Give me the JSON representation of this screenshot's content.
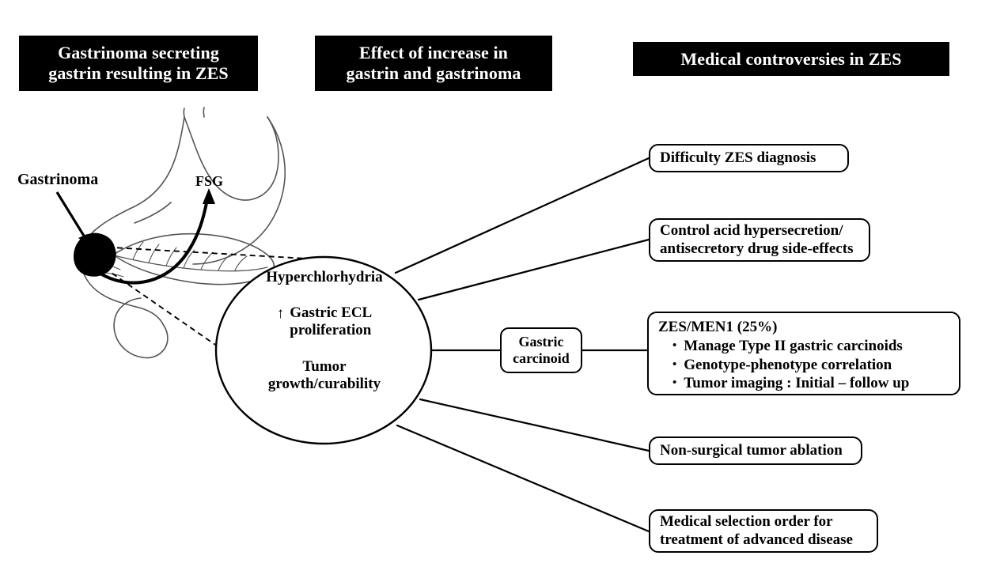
{
  "headers": [
    {
      "id": "gastrinoma-zes",
      "lines": [
        "Gastrinoma secreting",
        "gastrin resulting in ZES"
      ]
    },
    {
      "id": "effect-increase",
      "lines": [
        "Effect of increase in",
        "gastrin and gastrinoma"
      ]
    },
    {
      "id": "controversies",
      "lines": [
        "Medical controversies in ZES"
      ]
    }
  ],
  "anatomy": {
    "tumor_label": "Gastrinoma",
    "secretion_label": "FSG"
  },
  "center_node": {
    "title": "Hyperchlorhydria",
    "ecl_arrow": "↑",
    "ecl_line1": "Gastric ECL",
    "ecl_line2": "proliferation",
    "tumor_line1": "Tumor",
    "tumor_line2": "growth/curability"
  },
  "intermediate_node": {
    "line1": "Gastric",
    "line2": "carcinoid"
  },
  "outcomes": [
    {
      "id": "difficulty-diagnosis",
      "lines": [
        "Difficulty ZES diagnosis"
      ]
    },
    {
      "id": "control-acid",
      "lines": [
        "Control acid hypersecretion/",
        "antisecretory drug side-effects"
      ]
    },
    {
      "id": "non-surgical-ablation",
      "lines": [
        "Non-surgical tumor ablation"
      ]
    },
    {
      "id": "medical-selection",
      "lines": [
        "Medical selection order for",
        "treatment of advanced disease"
      ]
    }
  ],
  "men1_box": {
    "heading": "ZES/MEN1 (25%)",
    "bullet_glyph": "•",
    "items": [
      "Manage Type II gastric carcinoids",
      "Genotype-phenotype correlation",
      "Tumor imaging : Initial – follow up"
    ]
  },
  "colors": {
    "banner_bg": "#000000",
    "banner_text": "#ffffff",
    "stroke": "#000000",
    "anatomy_stroke": "#555555",
    "tumor_fill": "#000000",
    "page_bg": "#ffffff"
  }
}
